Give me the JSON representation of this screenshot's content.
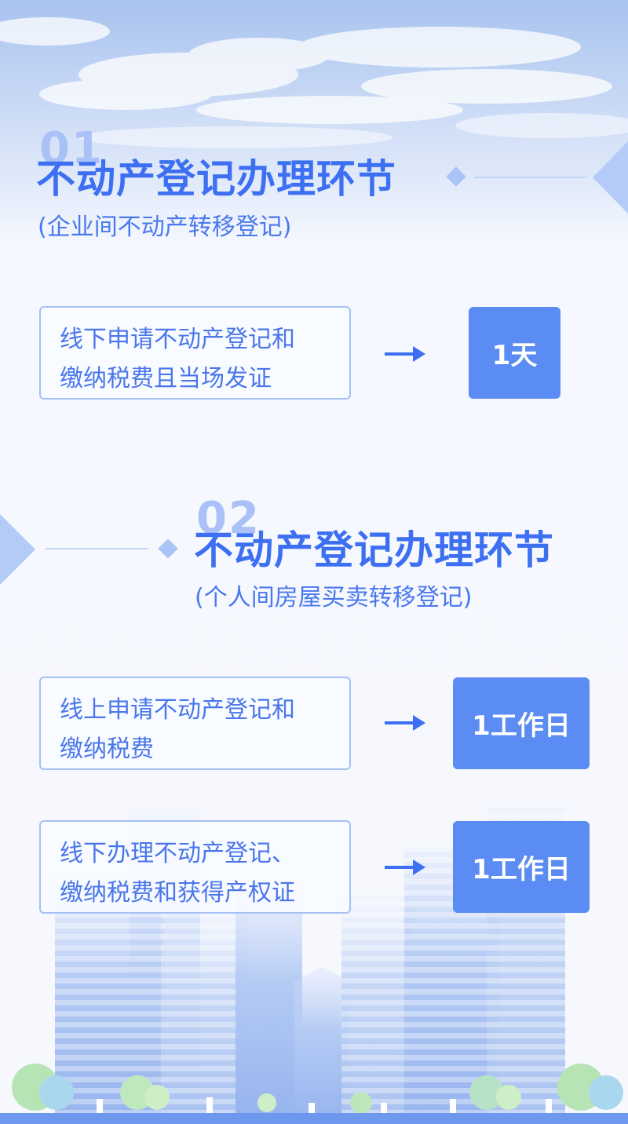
{
  "section1": {
    "number": "01",
    "title": "不动产登记办理环节",
    "subtitle": "(企业间不动产转移登记)",
    "steps": [
      {
        "lines": [
          "线下申请不动产登记和",
          "缴纳税费且当场发证"
        ],
        "result": "1天"
      }
    ]
  },
  "section2": {
    "number": "02",
    "title": "不动产登记办理环节",
    "subtitle": "(个人间房屋买卖转移登记)",
    "steps": [
      {
        "lines": [
          "线上申请不动产登记和",
          "缴纳税费"
        ],
        "result": "1工作日"
      },
      {
        "lines": [
          "线下办理不动产登记、",
          "缴纳税费和获得产权证"
        ],
        "result": "1工作日"
      }
    ]
  },
  "colors": {
    "accent": "#3d6ff2",
    "result_bg": "#5b8cf3",
    "box_border": "#a6c0f3",
    "number": "#a9c1f6"
  },
  "icons": {
    "arrow": "right-arrow-icon",
    "diamond": "diamond-icon"
  }
}
